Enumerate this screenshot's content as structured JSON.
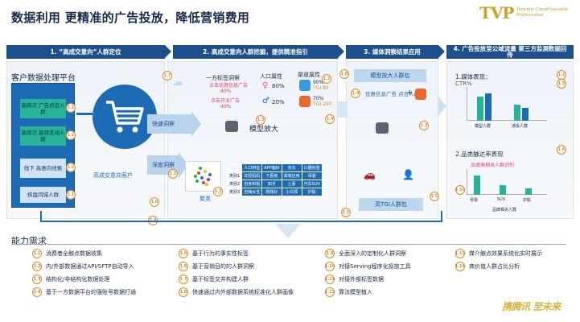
{
  "title": "数据利用 更精准的广告投放，降低营销费用",
  "logo": {
    "brand": "TVP",
    "tagline": "Tencent Cloud Valuable Professional"
  },
  "headers": [
    "1. “高成交意向”人群定位",
    "2. 高成交意向人群挖掘，提供精准指引",
    "3. 媒体洞察结果应用",
    "4. 广告投放至公域流量 第三方监测数据回传"
  ],
  "customer_platform": {
    "title": "客户数据处理平台",
    "boxes": [
      "高频次 广告点击人群",
      "高频次 高频互动人群",
      "线下 高意向线索",
      "核盘同城人群"
    ],
    "badges": [
      "1.1",
      "1.1",
      "1.1",
      "1.1"
    ]
  },
  "cart_label": "高成交意向客户",
  "flows": {
    "fast": "快速洞察",
    "deep": "深度洞察"
  },
  "fast_insight": {
    "tag_title": "一方标签洞察",
    "tag_note1": "点击优惠信息广告",
    "tag_pct1": "80%",
    "tag_note2": "点击开业广告",
    "tag_pct2": "40%",
    "pop_title": "人口属性",
    "pop_pct1": "80%",
    "pop_pct2": "20%",
    "ch_title": "渠道属性",
    "ch_pct1": "90%",
    "ch_tgi1": "TGI 80",
    "ch_pct2": "70%",
    "ch_tgi2": "TGI 200"
  },
  "model_expand": "模型放大",
  "cluster_label": "聚类",
  "cluster_table": {
    "header": [
      "",
      "人口特征",
      "APP偏好",
      "京东",
      "兴趣标签"
    ],
    "rows": [
      [
        "类别1",
        "年轻妈妈",
        "下厨房",
        "高端自用",
        "母婴"
      ],
      [
        "类别2",
        "自身积极",
        "知乎",
        "土豪",
        "汽车SUV"
      ],
      [
        "类别3",
        "自嗨女性",
        "刚刚好",
        "小白领",
        "护肤"
      ]
    ]
  },
  "media": {
    "model_pop": "模型放大人群包",
    "promo_pop": "优惠信息广告 点击人群",
    "tgi_pop": "高TGI人群包"
  },
  "media_report": {
    "sec1": "1.媒体表现：",
    "ctr": "CTR%",
    "ctr_legend": [
      "模型人群",
      "通投人群"
    ],
    "sec2": "2.品类触达率表现",
    "sec2_sub": "品类高相关人群识别",
    "bar_labels": [
      "母婴",
      "SUV",
      "护肤"
    ],
    "legend": "品牌相关人群"
  },
  "side_badges": [
    "1.6",
    "1.7",
    "1.3",
    "1.2",
    "1.4",
    "1.8",
    "1.1",
    "1.2",
    "1.1",
    "1.4",
    "1.3",
    "1.5",
    "1.2",
    "1.5",
    "1.6",
    "1.10",
    "1.9"
  ],
  "capability": {
    "title": "能力需求",
    "items": [
      {
        "n": "1.1",
        "t": "消费者全触点数据收集"
      },
      {
        "n": "1.2",
        "t": "内/外部数据通过API/SFTP自动导入"
      },
      {
        "n": "1.3",
        "t": "结构化/非结构化数据处理"
      },
      {
        "n": "1.4",
        "t": "基于一方数据平台的强账号数据打通"
      },
      {
        "n": "1.5",
        "t": "基于行为的事实性标签"
      },
      {
        "n": "1.6",
        "t": "基于营销目的的人群洞察"
      },
      {
        "n": "1.7",
        "t": "基于标签交并构建人群"
      },
      {
        "n": "1.8",
        "t": "快速通过内外部数据系统标准化人群画像"
      },
      {
        "n": "1.9",
        "t": "全面深入的定制化人群洞察"
      },
      {
        "n": "1.10",
        "t": "对接Serving程序化投放工具"
      },
      {
        "n": "1.11",
        "t": "对接外部标签数据"
      },
      {
        "n": "1.12",
        "t": "算法模型植入"
      },
      {
        "n": "1.13",
        "t": "媒介触点效果系统化实时展示"
      },
      {
        "n": "1.14",
        "t": "商价值人群占比分析"
      }
    ]
  },
  "slogan": "携腾讯 至未来",
  "colors": {
    "primary": "#1c4f8c",
    "accent": "#1e6bb5",
    "teal": "#26b39a",
    "orange": "#e08a2a",
    "gold": "#c9a227"
  }
}
